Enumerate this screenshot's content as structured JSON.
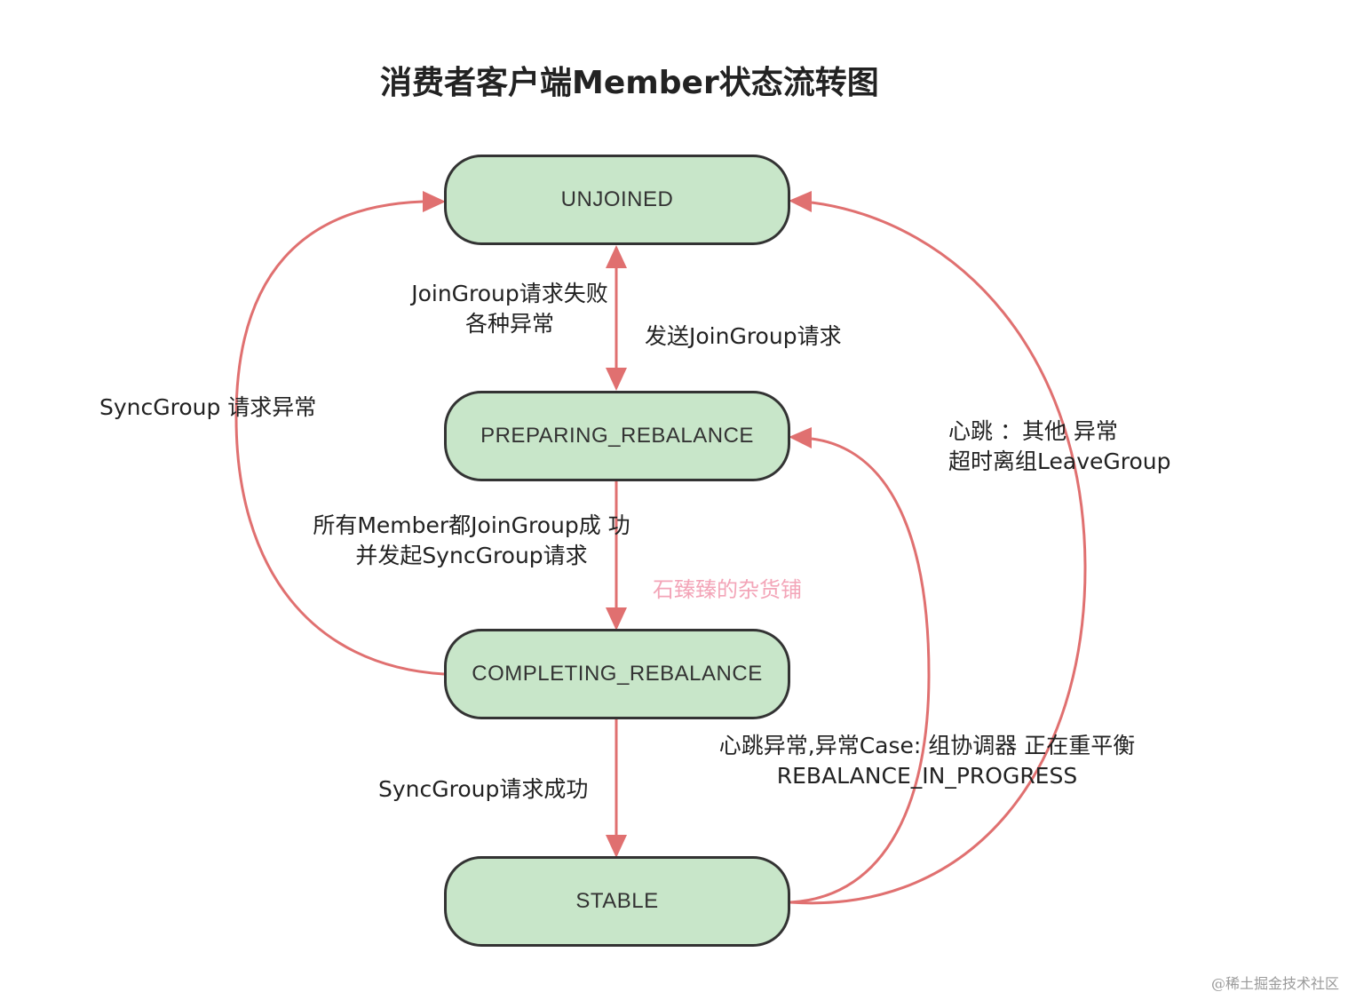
{
  "title": "消费者客户端Member状态流转图",
  "states": {
    "unjoined": "UNJOINED",
    "preparing": "PREPARING_REBALANCE",
    "completing": "COMPLETING_REBALANCE",
    "stable": "STABLE"
  },
  "labels": {
    "join_fail_1": "JoinGroup请求失败",
    "join_fail_2": "各种异常",
    "send_join": "发送JoinGroup请求",
    "sync_error": "SyncGroup   请求异常",
    "all_joined_1": "所有Member都JoinGroup成   功",
    "all_joined_2": "并发起SyncGroup请求",
    "sync_success": "SyncGroup请求成功",
    "heartbeat_other_1": "心跳  ：其他    异常",
    "heartbeat_other_2": "超时离组LeaveGroup",
    "heartbeat_rebalance_1": "心跳异常,异常Case: 组协调器 正在重平衡",
    "heartbeat_rebalance_2": "REBALANCE_IN_PROGRESS"
  },
  "watermark": "石臻臻的杂货铺",
  "footer": "@稀土掘金技术社区",
  "colors": {
    "state_fill": "#c8e6c9",
    "state_border": "#333333",
    "arrow": "#e07070",
    "watermark": "#f3a5b8"
  }
}
